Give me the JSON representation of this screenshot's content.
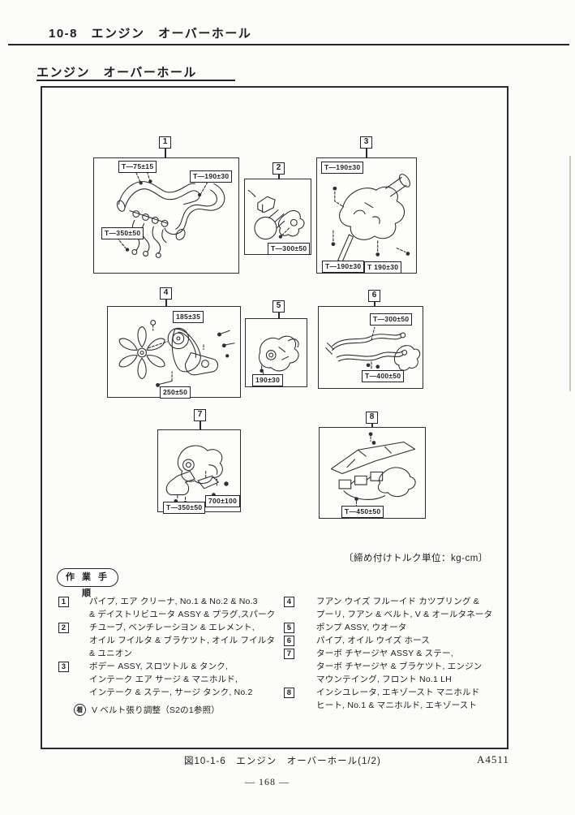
{
  "page": {
    "header": "10-8　エンジン　オーバーホール",
    "title": "エンジン　オーバーホール",
    "torque_unit_note": "〔締め付けトルク単位：kg-cm〕",
    "figure_caption": "図10-1-6　エンジン　オーバーホール(1/2)",
    "doc_code": "A4511",
    "page_number": "— 168 —"
  },
  "colors": {
    "ink": "#1e1e1e",
    "paper": "#fcfcfa"
  },
  "diagrams": [
    {
      "number": "1",
      "torques": [
        "T—75±15",
        "T—190±30",
        "T—350±50"
      ]
    },
    {
      "number": "2",
      "torques": [
        "T—300±50"
      ]
    },
    {
      "number": "3",
      "torques": [
        "T—190±30",
        "T—190±30",
        "T 190±30"
      ]
    },
    {
      "number": "4",
      "torques": [
        "185±35",
        "250±50"
      ]
    },
    {
      "number": "5",
      "torques": [
        "190±30"
      ]
    },
    {
      "number": "6",
      "torques": [
        "T—300±50",
        "T—400±50"
      ]
    },
    {
      "number": "7",
      "torques": [
        "700±100",
        "T—350±50"
      ]
    },
    {
      "number": "8",
      "torques": [
        "T—450±50"
      ]
    }
  ],
  "procedure": {
    "heading": "作 業 手 順",
    "left": [
      {
        "num": "1",
        "lines": [
          "パイプ, エア クリーナ, No.1 & No.2 & No.3",
          "& デイストリビユータ ASSY & プラグ,スパーク"
        ]
      },
      {
        "num": "2",
        "lines": [
          "チユーブ, ベンチレーシヨン & エレメント,",
          "オイル フイルタ & ブラケツト, オイル フイルタ",
          "& ユニオン"
        ]
      },
      {
        "num": "3",
        "lines": [
          "ボデー ASSY, スロツトル & タンク,",
          "インテーク エア サージ & マニホルド,",
          "インテーク & ステー, サージ タンク, No.2"
        ]
      }
    ],
    "note": {
      "marker": "着",
      "text": "V ベルト張り調整（S2の1参照）"
    },
    "right": [
      {
        "num": "4",
        "lines": [
          "フアン ウイズ フルーイド カツプリング &",
          "プーリ, フアン & ベルト, V & オールタネータ"
        ]
      },
      {
        "num": "5",
        "lines": [
          "ポンプ ASSY, ウオータ"
        ]
      },
      {
        "num": "6",
        "lines": [
          "パイプ, オイル ウイズ ホース"
        ]
      },
      {
        "num": "7",
        "lines": [
          "ターボ チヤージヤ ASSY & ステー,",
          "ターボ チヤージヤ & ブラケツト, エンジン",
          "マウンテイング, フロント No.1 LH"
        ]
      },
      {
        "num": "8",
        "lines": [
          "インシユレータ, エキゾースト マニホルド",
          "ヒート, No.1 & マニホルド, エキゾースト"
        ]
      }
    ]
  }
}
